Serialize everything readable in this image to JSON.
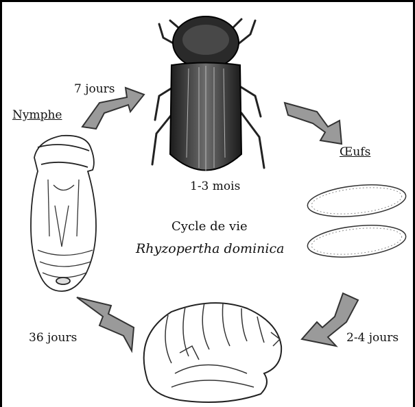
{
  "diagram": {
    "title_line1": "Cycle de vie",
    "title_line2": "Rhyzopertha dominica",
    "stages": {
      "adult_duration": "1-3 mois",
      "eggs_label": "Œufs",
      "larva_duration": "2-4 jours",
      "larva_to_nymph_duration": "36 jours",
      "nymph_label": "Nymphe",
      "nymph_to_adult_duration": "7 jours"
    },
    "colors": {
      "arrow_fill": "#9a9a9a",
      "arrow_stroke": "#333333",
      "ink": "#111111"
    },
    "icons": [
      "beetle-adult-icon",
      "eggs-icon",
      "larva-icon",
      "pupa-icon"
    ]
  }
}
